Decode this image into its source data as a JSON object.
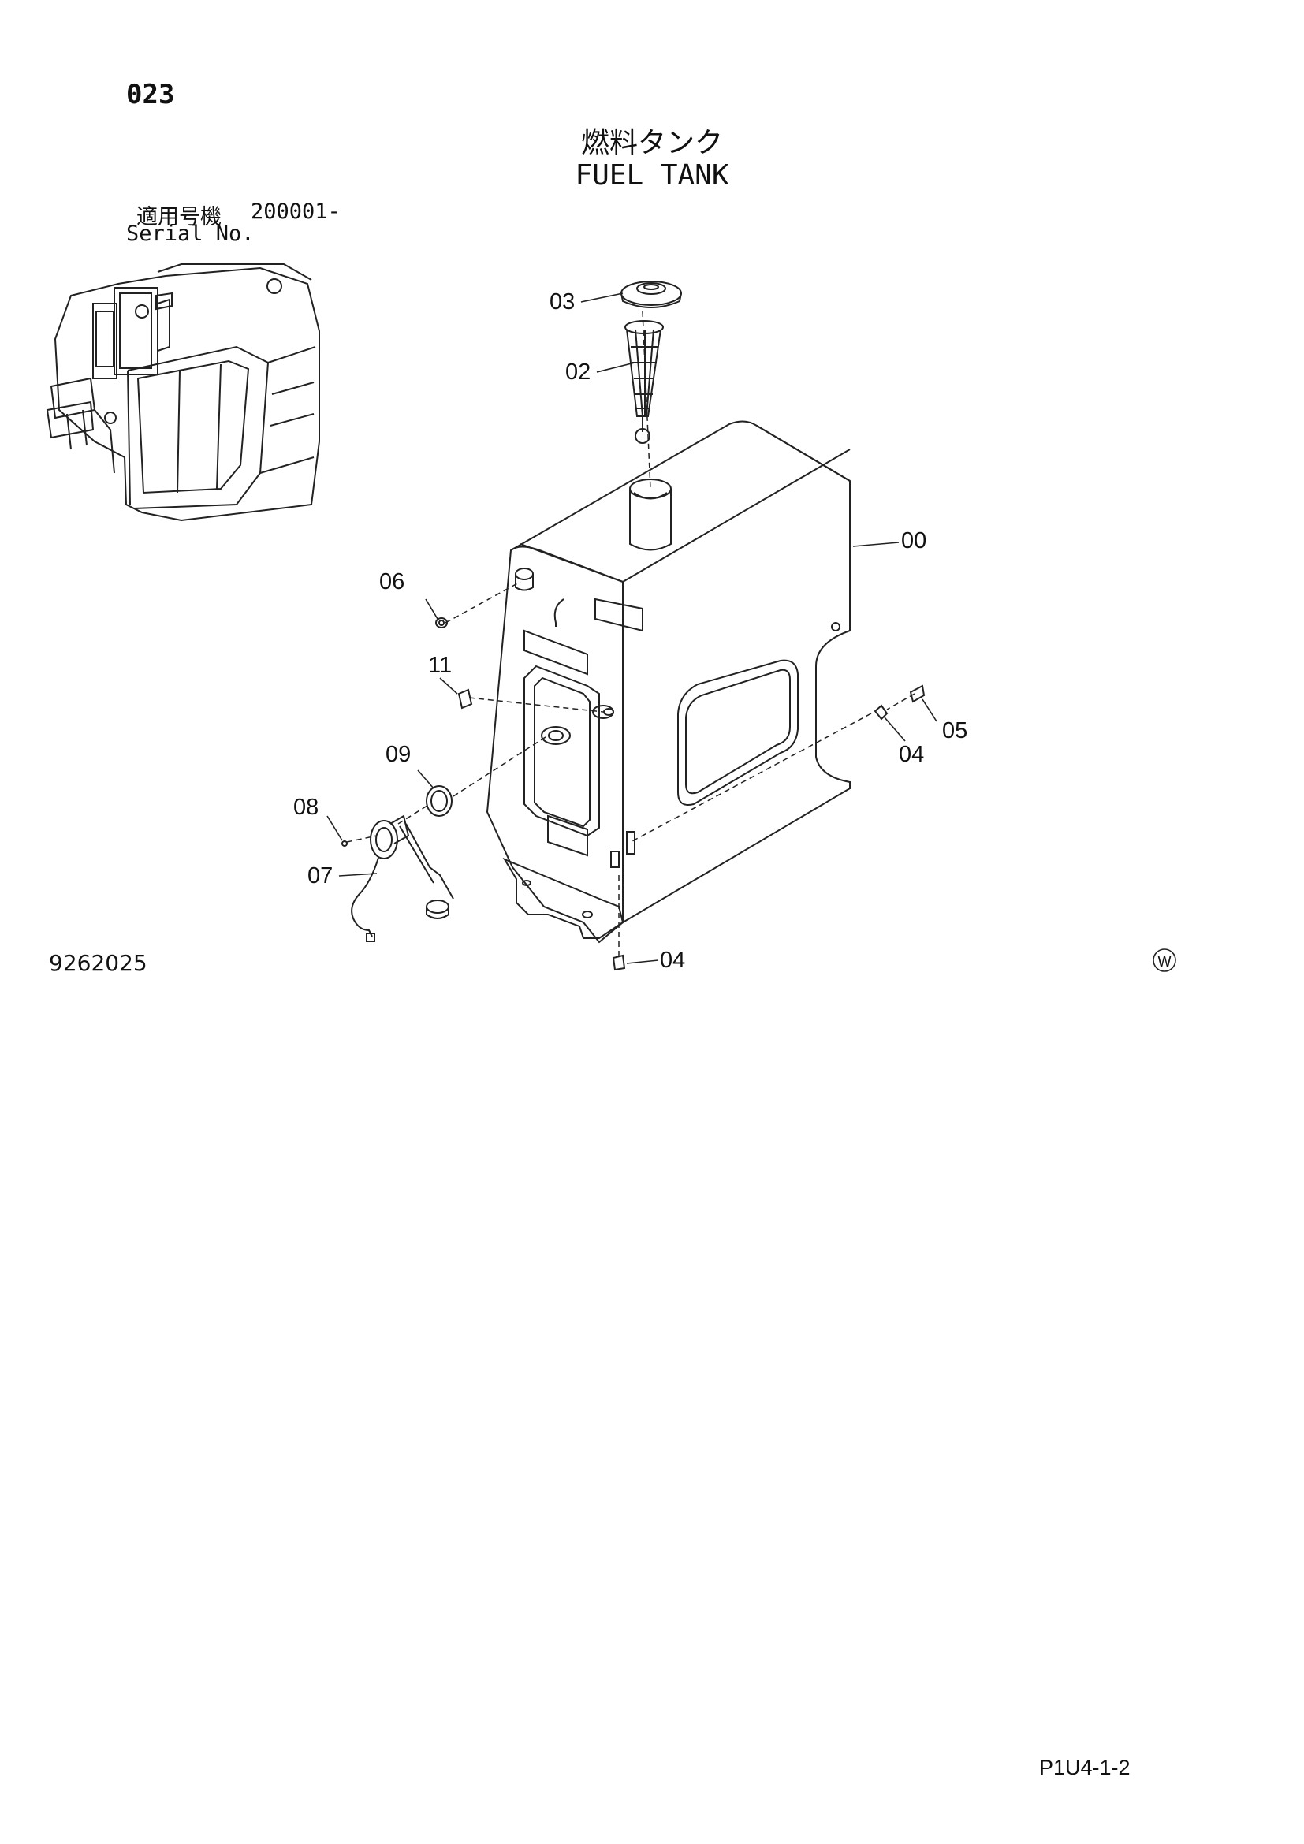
{
  "page": {
    "number": "023",
    "title_jp": "燃料タンク",
    "title_en": "FUEL TANK",
    "serial_label_jp": "適用号機",
    "serial_value": "200001-",
    "serial_label_en": "Serial No.",
    "figure_code": "9262025",
    "page_ref": "P1U4-1-2",
    "mark": "W"
  },
  "callouts": {
    "c03": "03",
    "c02": "02",
    "c00": "00",
    "c06": "06",
    "c11": "11",
    "c05": "05",
    "c04a": "04",
    "c09": "09",
    "c08": "08",
    "c07": "07",
    "c04b": "04"
  }
}
